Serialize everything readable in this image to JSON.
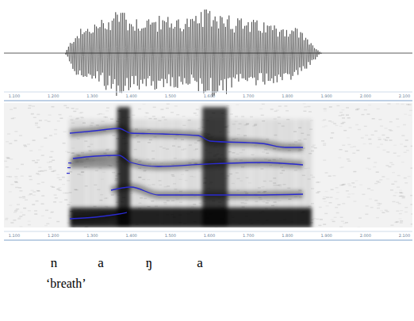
{
  "diagram": {
    "labels": [
      "1.100",
      "1.200",
      "1.300",
      "1.400",
      "1.500",
      "1.600",
      "1.700",
      "1.800",
      "1.900",
      "2.000",
      "2.100",
      "1.100",
      "1.200",
      "1.300",
      "1.400",
      "1.500",
      "1.600",
      "1.700",
      "1.800",
      "1.900",
      "2.000",
      "2.100",
      "n",
      "a",
      "ŋ",
      "a",
      "‘breath’"
    ]
  }
}
